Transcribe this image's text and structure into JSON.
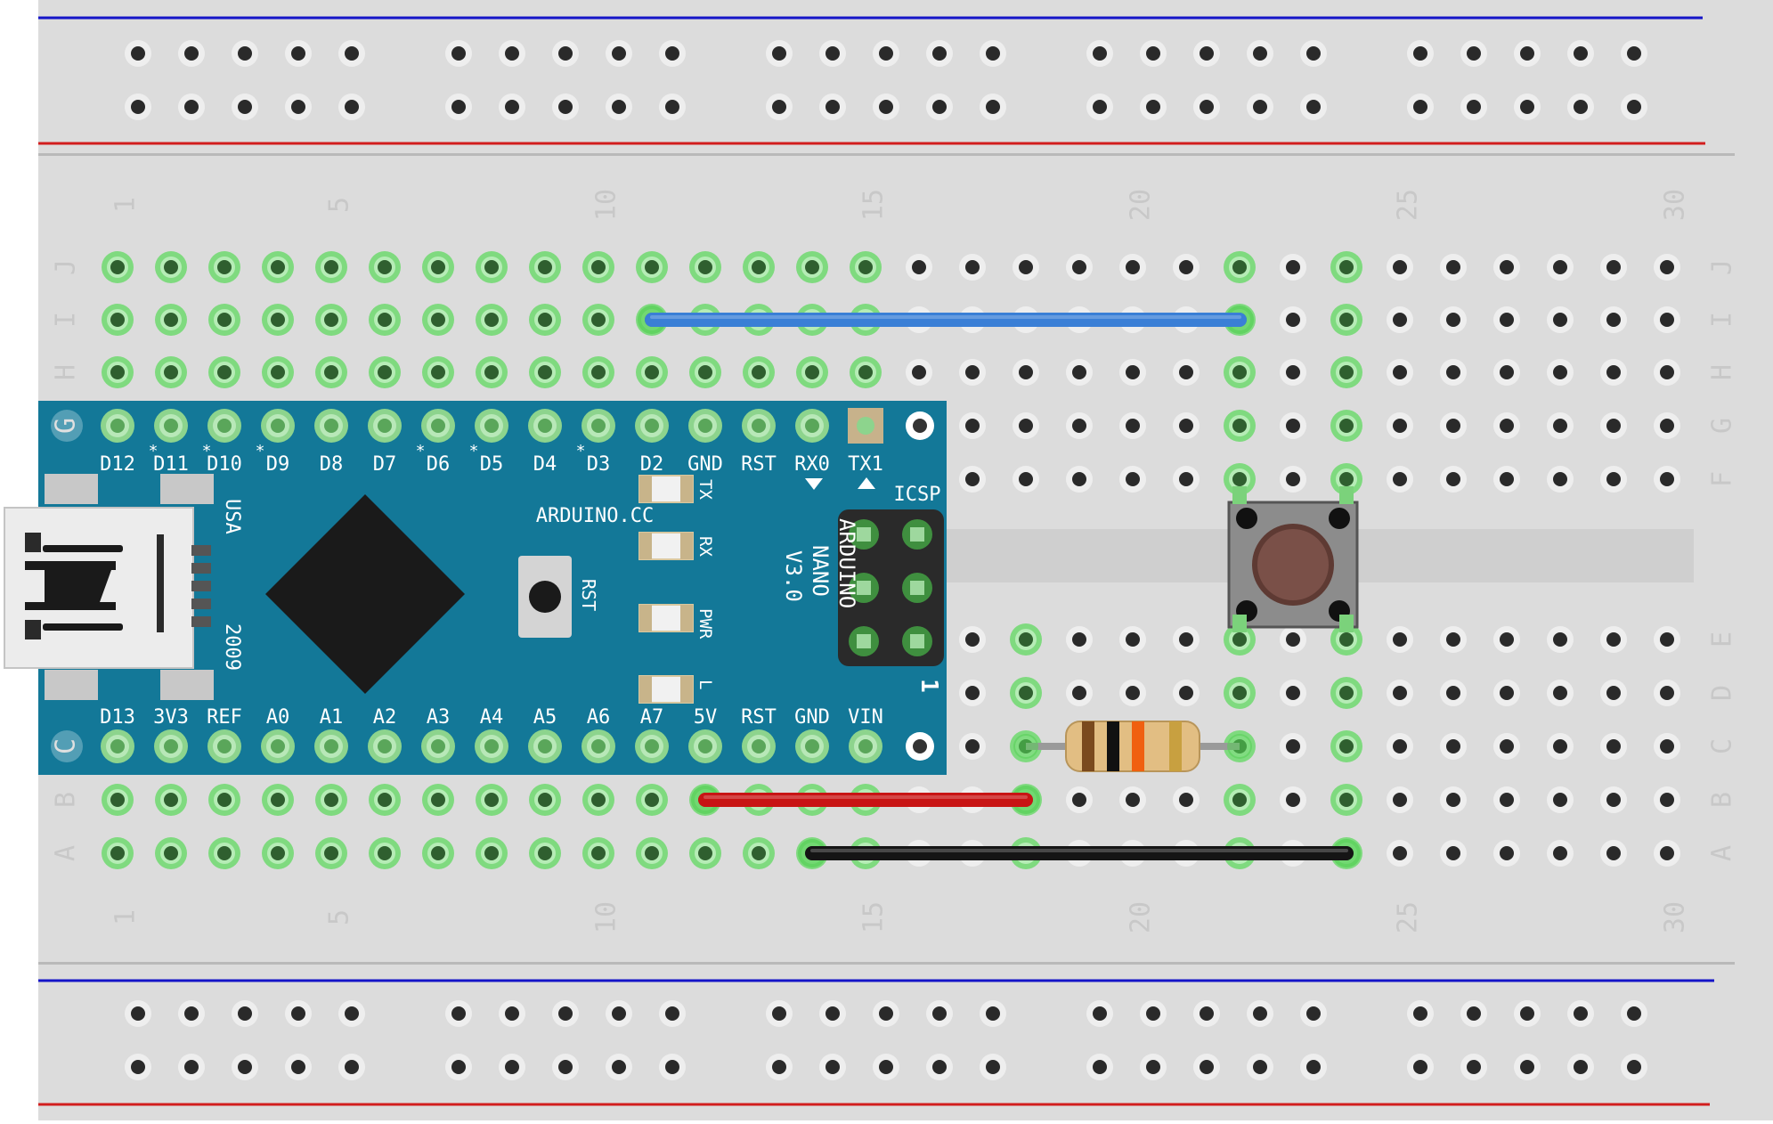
{
  "breadboard": {
    "column_numbers": [
      "1",
      "5",
      "10",
      "15",
      "20",
      "25",
      "30"
    ],
    "row_letters": [
      "J",
      "I",
      "H",
      "G",
      "F",
      "E",
      "D",
      "C",
      "B",
      "A"
    ],
    "colors": {
      "board": "#dcdcdc",
      "rail_blue": "#1414c8",
      "rail_red": "#d21e1e",
      "hole": "#2a2a2a",
      "hole_ring": "#eeeeee",
      "connected_hole_glow": "#6fd96f",
      "label_gray": "#c8c8c8"
    }
  },
  "arduino": {
    "board_name": "ARDUINO",
    "model": "NANO",
    "version": "V3.0",
    "website": "ARDUINO.CC",
    "country": "USA",
    "year": "2009",
    "top_pins": [
      "D12",
      "D11",
      "D10",
      "D9",
      "D8",
      "D7",
      "D6",
      "D5",
      "D4",
      "D3",
      "D2",
      "GND",
      "RST",
      "RX0",
      "TX1"
    ],
    "top_pin_pwm": [
      "",
      "*",
      "*",
      "*",
      "",
      "",
      "*",
      "*",
      "",
      "*",
      "",
      "",
      "",
      "",
      ""
    ],
    "bottom_pins": [
      "D13",
      "3V3",
      "REF",
      "A0",
      "A1",
      "A2",
      "A3",
      "A4",
      "A5",
      "A6",
      "A7",
      "5V",
      "RST",
      "GND",
      "VIN"
    ],
    "leds": [
      "TX",
      "RX",
      "PWR",
      "L"
    ],
    "reset_label": "RST",
    "icsp_label": "ICSP",
    "icsp_pin1_mark": "1",
    "corner_g": "G",
    "corner_c": "C",
    "colors": {
      "pcb": "#137898",
      "chip": "#1a1a1a",
      "pin_pad": "#9ed89e"
    }
  },
  "components": {
    "wire_blue": {
      "color": "#3a7fd6",
      "from": "I11",
      "to": "I22"
    },
    "wire_red": {
      "color": "#c81414",
      "from": "B12",
      "to": "B18"
    },
    "wire_black": {
      "color": "#151515",
      "from": "A14",
      "to": "A24"
    },
    "resistor": {
      "from": "C18",
      "to": "C22",
      "bands": [
        "#7a4a1e",
        "#111111",
        "#f06010",
        "#c8a040"
      ],
      "body_color": "#e2be83"
    },
    "pushbutton": {
      "cap_color": "#7a5048",
      "body_color": "#8c8c8c"
    }
  }
}
